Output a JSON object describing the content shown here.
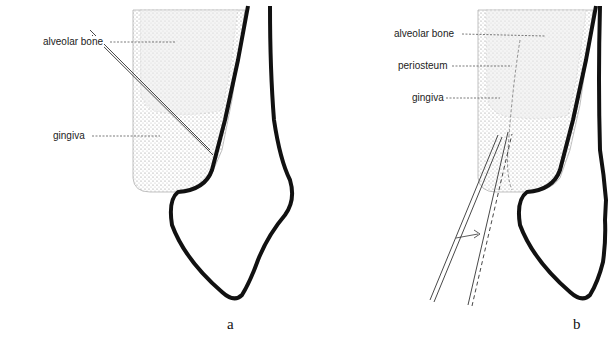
{
  "diagram": {
    "labels": [
      "alveolar bone",
      "gingiva",
      "alveolar bone",
      "periosteum",
      "gingiva",
      "a",
      "b"
    ]
  }
}
